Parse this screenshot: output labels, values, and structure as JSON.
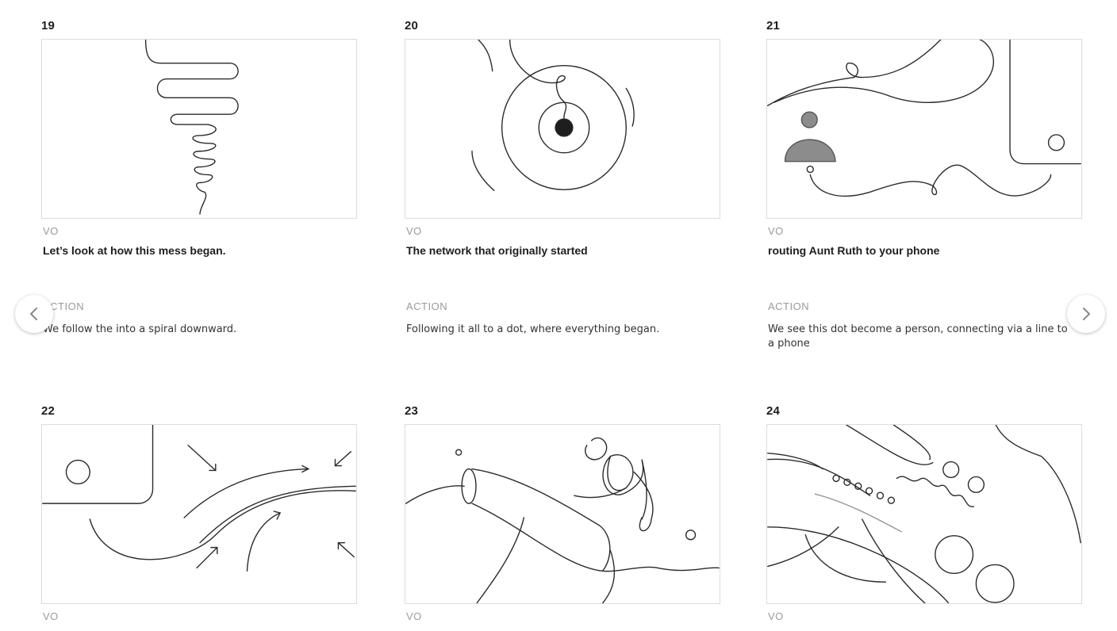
{
  "frames": [
    {
      "number": "19",
      "vo_label": "VO",
      "vo": "Let’s look at how this mess began.",
      "action_label": "ACTION",
      "action": "We follow the into a spiral downward."
    },
    {
      "number": "20",
      "vo_label": "VO",
      "vo": "The network that originally started",
      "action_label": "ACTION",
      "action": "Following it all to a dot, where everything began."
    },
    {
      "number": "21",
      "vo_label": "VO",
      "vo": "routing Aunt Ruth to your phone",
      "action_label": "ACTION",
      "action": "We see this dot become a person, connecting via a line to a phone"
    },
    {
      "number": "22",
      "vo_label": "VO"
    },
    {
      "number": "23",
      "vo_label": "VO"
    },
    {
      "number": "24",
      "vo_label": "VO"
    }
  ],
  "nav": {
    "prev_icon": "chevron-left-icon",
    "next_icon": "chevron-right-icon"
  },
  "colors": {
    "panel_border": "#dcdcdc",
    "label_gray": "#9a9a9a",
    "sketch_line": "#2a2a2a",
    "person_fill": "#8c8c8c"
  }
}
